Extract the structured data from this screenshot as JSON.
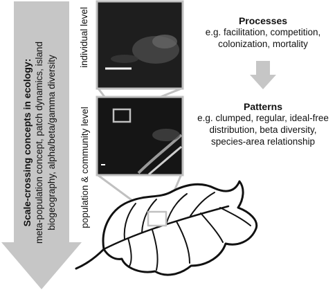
{
  "scale_arrow": {
    "title": "Scale-crossing concepts in ecology:",
    "lines": [
      "meta-population concept, patch dynamics, island",
      "biogeography, alpha/beta/gamma diversity"
    ],
    "color": "#c6c6c6"
  },
  "levels": {
    "individual": "individual level",
    "population": "population & community level"
  },
  "processes": {
    "heading": "Processes",
    "lines": [
      "e.g. facilitation, competition,",
      "colonization, mortality"
    ]
  },
  "patterns": {
    "heading": "Patterns",
    "lines": [
      "e.g. clumped, regular, ideal-free",
      "distribution, beta diversity,",
      "species-area relationship"
    ]
  },
  "colors": {
    "connector": "#c0c0c0",
    "photo_bg": "#1a1a1a",
    "arrow_gray": "#c6c6c6"
  },
  "icons": {
    "leaf": "leaf-drawing",
    "down_arrow": "down-arrow-icon"
  }
}
